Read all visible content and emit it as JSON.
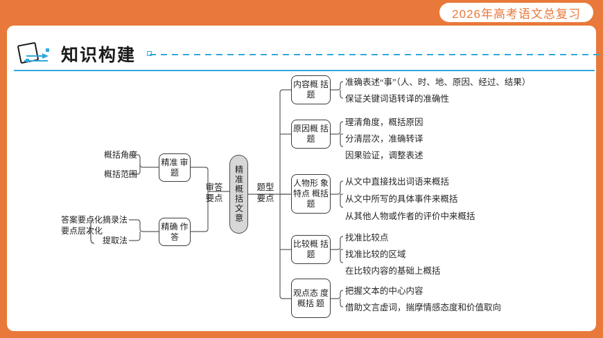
{
  "header": {
    "badge_label": "2026年高考语文总复习",
    "accent_orange": "#e8793a",
    "accent_cyan": "#2fa8dd"
  },
  "title": {
    "text": "知识构建",
    "icon": "tilted-square-arrow-icon"
  },
  "diagram": {
    "center_node": "精准概括文意",
    "left_branch_label": "审答\n要点",
    "right_branch_label": "题型\n要点",
    "left": {
      "nodes": [
        {
          "label": "精准\n审题",
          "inputs": [
            "概括角度",
            "概括范围"
          ]
        },
        {
          "label": "精确\n作答",
          "inputs": [
            "摘录法",
            "提取法"
          ],
          "prefix": "答案要点化\n要点层次化"
        }
      ]
    },
    "right": {
      "branches": [
        {
          "node": "内容概\n括题",
          "items": [
            "准确表述“事”（人、时、地、原因、经过、结果）",
            "保证关键词语转译的准确性"
          ]
        },
        {
          "node": "原因概\n括题",
          "items": [
            "理清角度，概括原因",
            "分清层次，准确转译",
            "因果验证，调整表述"
          ]
        },
        {
          "node": "人物形\n象特点\n概括题",
          "items": [
            "从文中直接找出词语来概括",
            "从文中所写的具体事件来概括",
            "从其他人物或作者的评价中来概括"
          ]
        },
        {
          "node": "比较概\n括题",
          "items": [
            "找准比较点",
            "找准比较的区域",
            "在比较内容的基础上概括"
          ]
        },
        {
          "node": "观点态\n度概括\n题",
          "items": [
            "把握文本的中心内容",
            "借助文言虚词，揣摩情感态度和价值取向"
          ]
        }
      ]
    }
  }
}
